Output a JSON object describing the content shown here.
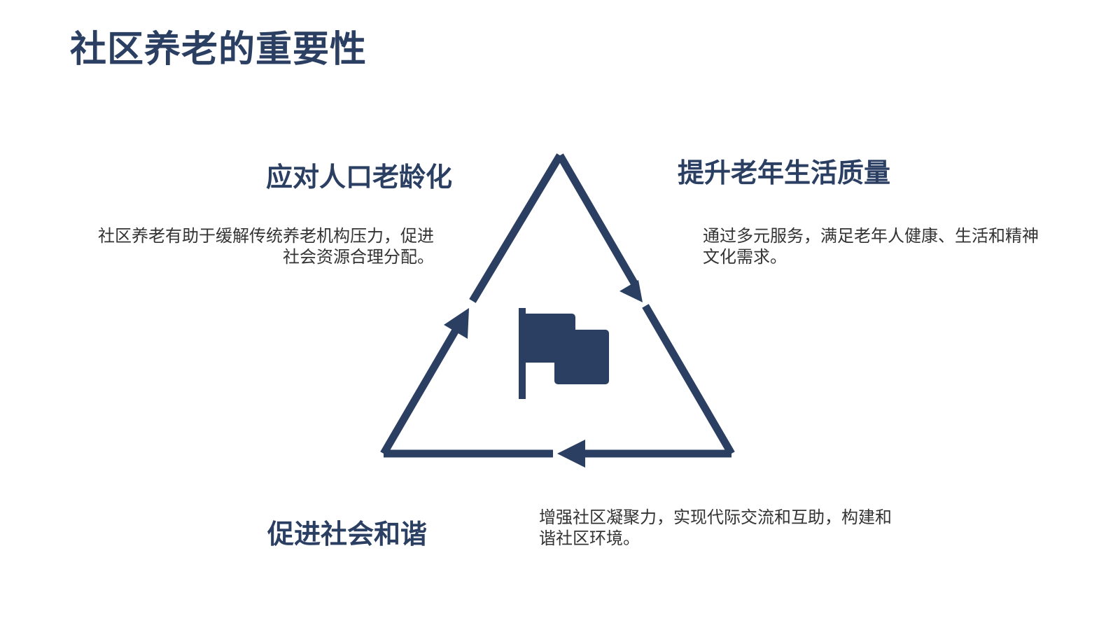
{
  "slide": {
    "title": "社区养老的重要性"
  },
  "diagram": {
    "center_icon": "flag-icon",
    "accent_color": "#2b3f63",
    "points": [
      {
        "title": "应对人口老龄化",
        "text": "社区养老有助于缓解传统养老机构压力，促进社会资源合理分配。"
      },
      {
        "title": "提升老年生活质量",
        "text": "通过多元服务，满足老年人健康、生活和精神文化需求。"
      },
      {
        "title": "促进社会和谐",
        "text": "增强社区凝聚力，实现代际交流和互助，构建和谐社区环境。"
      }
    ]
  }
}
